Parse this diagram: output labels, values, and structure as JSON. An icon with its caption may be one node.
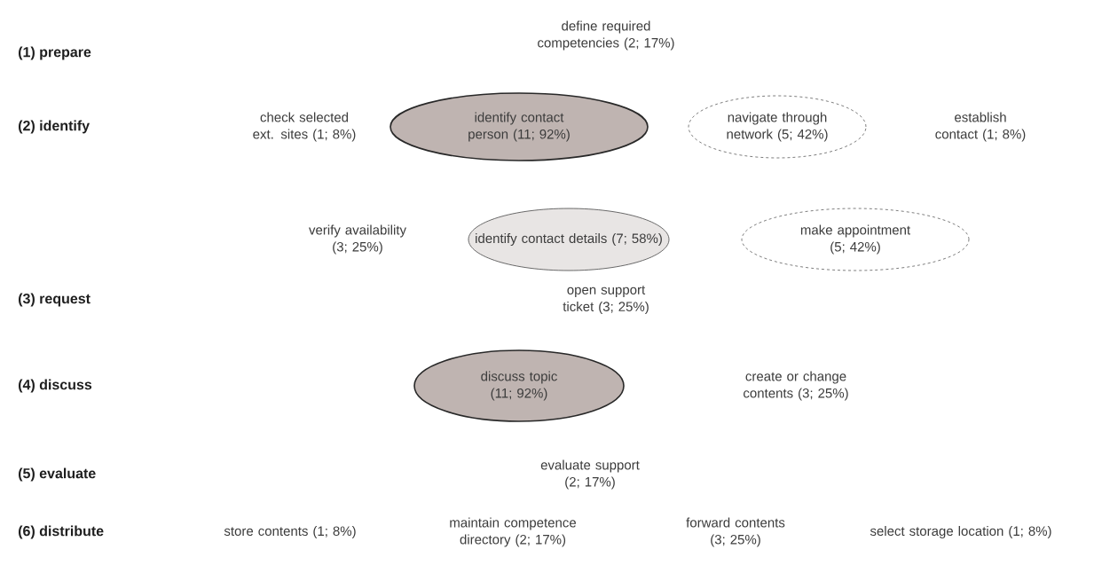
{
  "diagram": {
    "nodes": [
      {
        "text": [
          "identify contact person (11; 92%)"
        ]
      },
      {
        "text": [
          "navigate through network (5; 42%)"
        ]
      },
      {
        "text": [
          "identify contact details (7; 58%)"
        ]
      },
      {
        "text": [
          "make appointment (5; 42%)"
        ]
      },
      {
        "text": [
          "discuss topic (11; 92%)"
        ]
      }
    ],
    "labels": [
      "(1) prepare",
      "define required competencies (2; 17%)",
      "(2) identify",
      "check selected ext. sites (1; 8%)",
      "establish contact (1; 8%)",
      "verify availability (3; 25%)",
      "(3) request",
      "open support ticket (3; 25%)",
      "(4) discuss",
      "create or change contents (3; 25%)",
      "(5) evaluate",
      "evaluate support (2; 17%)",
      "(6) distribute",
      "store contents (1; 8%)",
      "maintain competence directory (2; 17%)",
      "forward contents (3; 25%)",
      "select storage location (1; 8%)"
    ]
  }
}
